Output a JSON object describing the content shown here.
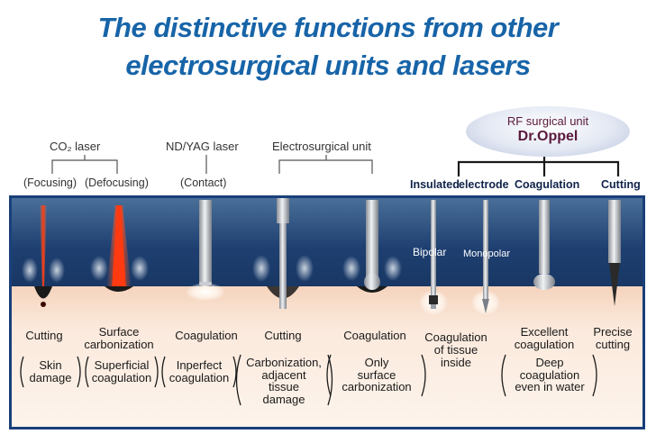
{
  "title": {
    "line1": "The distinctive functions from other",
    "line2": "electrosurgical units and lasers"
  },
  "groups": {
    "co2": {
      "label": "CO₂ laser",
      "sub1": "(Focusing)",
      "sub2": "(Defocusing)"
    },
    "ndyag": {
      "label": "ND/YAG laser",
      "sub": "(Contact)"
    },
    "esu": {
      "label": "Electrosurgical unit"
    },
    "rf": {
      "line1": "RF surgical unit",
      "line2": "Dr.Oppel",
      "tools": [
        "Insulated",
        "electrode",
        "Coagulation",
        "Cutting"
      ]
    }
  },
  "modes": {
    "bipolar": "Bipolar",
    "monopolar": "Monopolar"
  },
  "results": [
    "Cutting",
    "Surface\ncarbonization",
    "Coagulation",
    "Cutting",
    "Coagulation",
    "Coagulation\nof tissue\ninside",
    "Excellent\ncoagulation",
    "Precise\ncutting"
  ],
  "descriptions": [
    "Skin\ndamage",
    "Superficial\ncoagulation",
    "Inperfect\ncoagulation",
    "Carbonization,\nadjacent\ntissue\ndamage",
    "Only\nsurface\ncarbonization",
    "Deep\ncoagulation\neven in water"
  ],
  "colors": {
    "title": "#1764a8",
    "panel": "#1e3f70",
    "tissue": "#f5d4bd",
    "rf_text": "#5a1a3c",
    "laser": "#ff4a1c"
  }
}
